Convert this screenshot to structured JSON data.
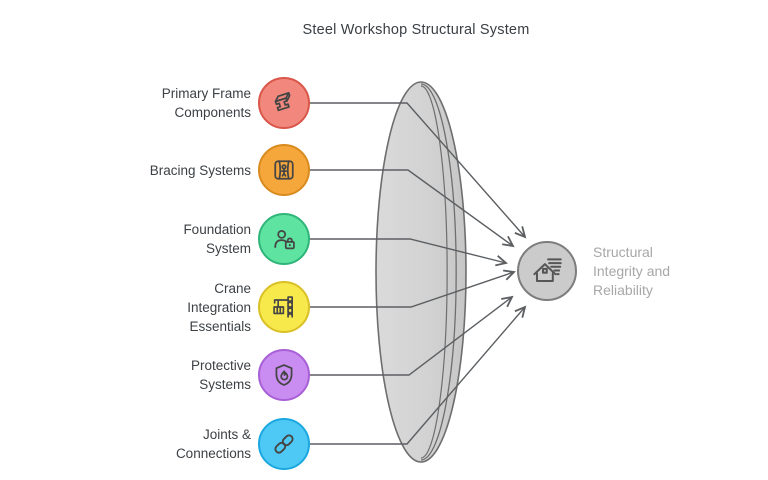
{
  "title": "Steel Workshop Structural System",
  "items": [
    {
      "label": "Primary Frame Components",
      "lines": [
        "Primary Frame",
        "Components"
      ],
      "icon": "steel-beam-icon",
      "fill": "#f2887d",
      "border": "#d9564a"
    },
    {
      "label": "Bracing Systems",
      "lines": [
        "Bracing Systems"
      ],
      "icon": "brace-icon",
      "fill": "#f5a73b",
      "border": "#d98b20"
    },
    {
      "label": "Foundation System",
      "lines": [
        "Foundation",
        "System"
      ],
      "icon": "user-lock-icon",
      "fill": "#5fe3a1",
      "border": "#2fb579"
    },
    {
      "label": "Crane Integration Essentials",
      "lines": [
        "Crane",
        "Integration",
        "Essentials"
      ],
      "icon": "tower-crane-icon",
      "fill": "#f7e84c",
      "border": "#d9c025"
    },
    {
      "label": "Protective Systems",
      "lines": [
        "Protective",
        "Systems"
      ],
      "icon": "shield-flame-icon",
      "fill": "#c98df2",
      "border": "#a85fd6"
    },
    {
      "label": "Joints & Connections",
      "lines": [
        "Joints &",
        "Connections"
      ],
      "icon": "chain-link-icon",
      "fill": "#4ec9f5",
      "border": "#1ba7e0"
    }
  ],
  "outcome": {
    "label": "Structural Integrity and Reliability",
    "lines": [
      "Structural",
      "Integrity and",
      "Reliability"
    ],
    "icon": "wind-resistant-house-icon",
    "circle_fill": "#cbcbcb",
    "circle_border": "#7d7d7d"
  },
  "diagram": {
    "funnel_fill": "#d6d6d6",
    "funnel_stroke": "#6e6e6e",
    "connector_color": "#5c5f62",
    "glyph_color": "#454545"
  }
}
